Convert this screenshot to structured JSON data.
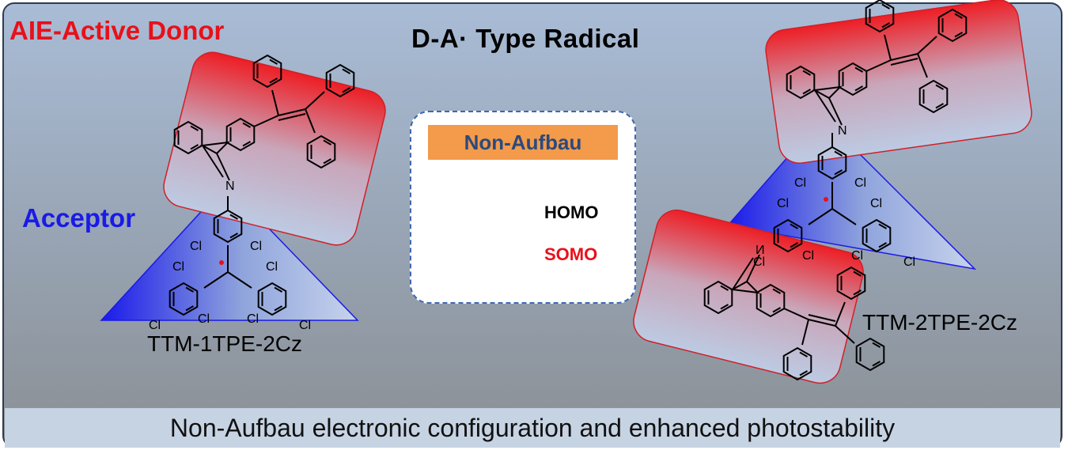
{
  "title_left": "AIE-Active Donor",
  "title_center": "D-A· Type Radical",
  "acceptor_label": "Acceptor",
  "box": {
    "title": "Non-Aufbau",
    "homo": "HOMO",
    "somo": "SOMO"
  },
  "molecules": [
    {
      "name": "TTM-1TPE-2Cz"
    },
    {
      "name": "TTM-2TPE-2Cz"
    }
  ],
  "atoms": {
    "n": "N",
    "cl": "Cl"
  },
  "caption": "Non-Aufbau electronic configuration and enhanced photostability",
  "colors": {
    "donor_red": "#e8101a",
    "acceptor_blue": "#1a1ae6",
    "box_title_bg": "#f39a4b",
    "box_title_text": "#2b4a7c",
    "box_border": "#3f67b0"
  }
}
